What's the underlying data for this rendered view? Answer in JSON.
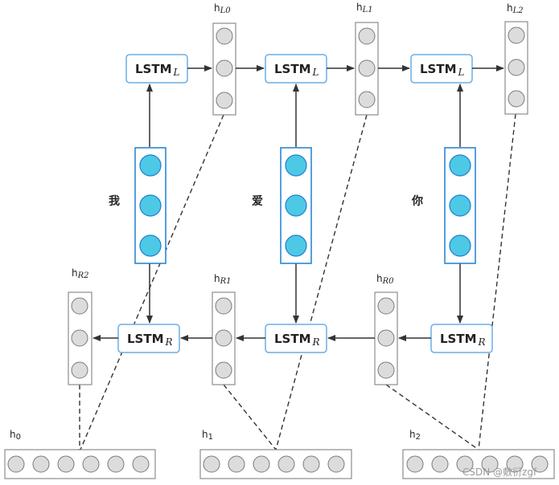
{
  "lstm_forward": {
    "name": "LSTM",
    "subscript": "L"
  },
  "lstm_backward": {
    "name": "LSTM",
    "subscript": "R"
  },
  "words": [
    "我",
    "爱",
    "你"
  ],
  "forward_states": [
    {
      "prefix": "h",
      "subscript": "L0"
    },
    {
      "prefix": "h",
      "subscript": "L1"
    },
    {
      "prefix": "h",
      "subscript": "L2"
    }
  ],
  "backward_states": [
    {
      "prefix": "h",
      "subscript": "R2"
    },
    {
      "prefix": "h",
      "subscript": "R1"
    },
    {
      "prefix": "h",
      "subscript": "R0"
    }
  ],
  "outputs": [
    {
      "prefix": "h",
      "subscript": "0"
    },
    {
      "prefix": "h",
      "subscript": "1"
    },
    {
      "prefix": "h",
      "subscript": "2"
    }
  ],
  "watermark": "CSDN @敷衍zgf",
  "colors": {
    "lstm_border": "#6aaee6",
    "embedding_fill": "#4dc9e6",
    "embedding_border": "#1f7fd1",
    "state_fill": "#dcdcdc",
    "line": "#333333"
  }
}
